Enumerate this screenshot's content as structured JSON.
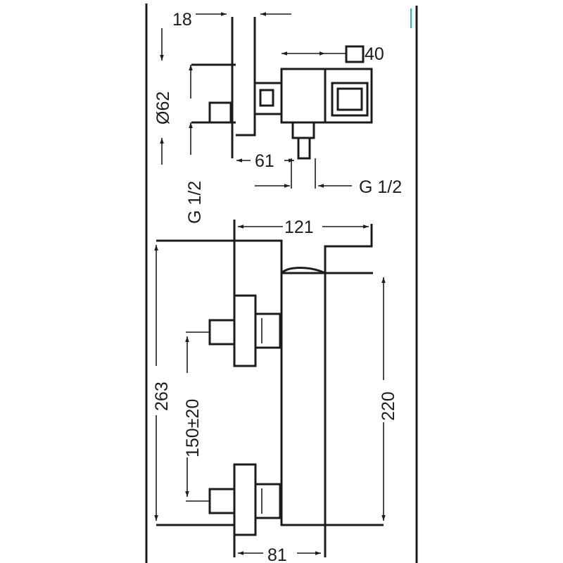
{
  "drawing": {
    "labels": {
      "dim_18": "18",
      "dim_40": "40",
      "dim_62": "Ø62",
      "dim_61": "61",
      "dim_g12_left": "G 1/2",
      "dim_g12_right": "G 1/2",
      "dim_121": "121",
      "dim_263": "263",
      "dim_150": "150±20",
      "dim_220": "220",
      "dim_81": "81"
    }
  }
}
